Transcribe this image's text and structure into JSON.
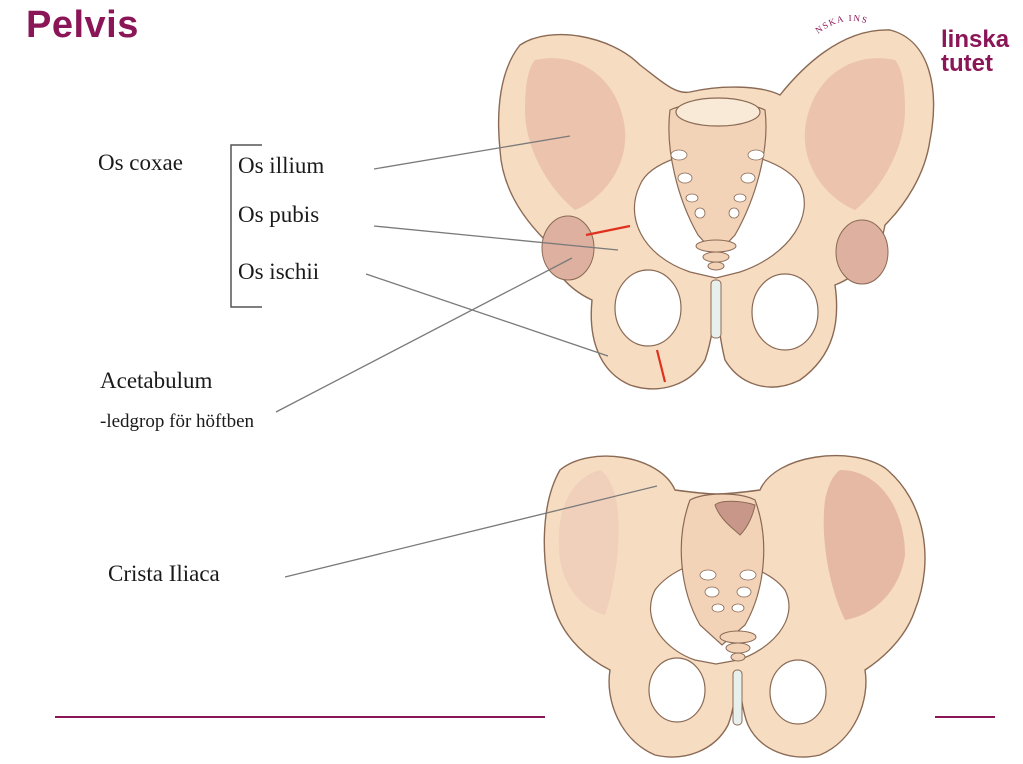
{
  "title": "Pelvis",
  "labels": {
    "os_coxae": "Os coxae",
    "os_illium": "Os illium",
    "os_pubis": "Os pubis",
    "os_ischii": "Os ischii",
    "acetabulum": "Acetabulum",
    "acetabulum_desc": "-ledgrop för höftben",
    "crista_iliaca": "Crista Iliaca"
  },
  "logo": {
    "line1": "linska",
    "line2": "tutet",
    "arc_text": "NSKA INS"
  },
  "colors": {
    "title": "#8a1657",
    "bone": "#f6dcc1",
    "bone_shadow": "#deb0a0",
    "bone_outline": "#8b6a55",
    "leader_lines": "#7a7a7a",
    "suture_lines": "#e0301e",
    "footer_rule": "#8a1657"
  }
}
